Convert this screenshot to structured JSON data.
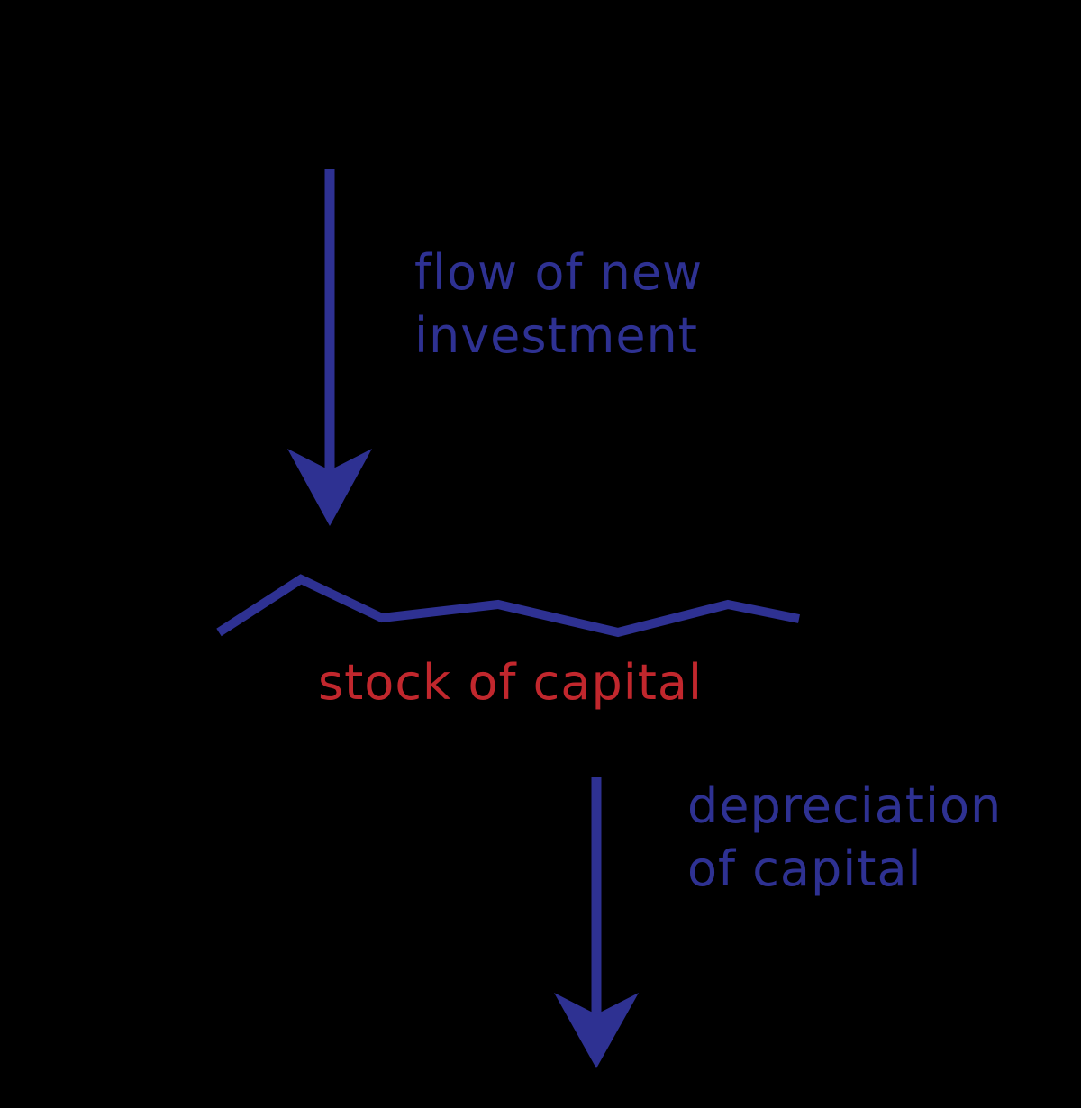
{
  "colors": {
    "background": "#000000",
    "flow": "#2e3192",
    "stock": "#c1272d"
  },
  "inflow": {
    "label_line1": "flow of new",
    "label_line2": "investment"
  },
  "stock": {
    "label": "stock of capital"
  },
  "outflow": {
    "label_line1": "depreciation",
    "label_line2": "of capital"
  }
}
